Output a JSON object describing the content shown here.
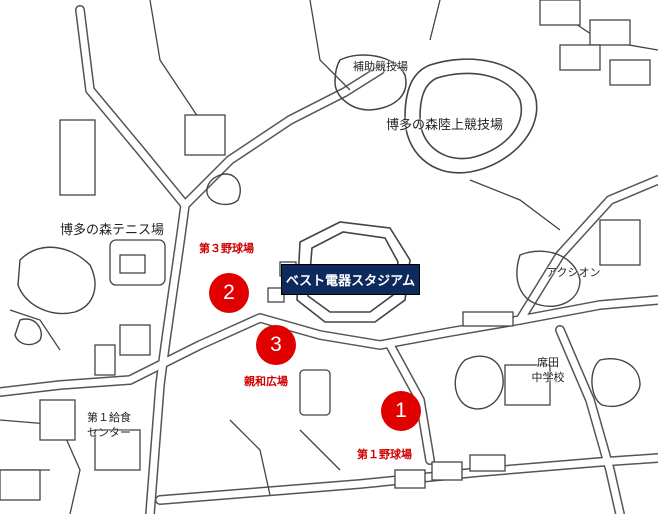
{
  "map": {
    "labels": {
      "hojo_kyogijo": "補助競技場",
      "rikujo_kyogijo": "博多の森陸上競技場",
      "tennis": "博多の森テニス場",
      "third_field": "第３野球場",
      "stadium": "ベスト電器スタジアム",
      "akushion": "アクシオン",
      "shinwa_hiroba": "親和広場",
      "school_line1": "席田",
      "school_line2": "中学校",
      "kyushoku_line1": "第１給食",
      "kyushoku_line2": "センター",
      "first_field": "第１野球場"
    },
    "markers": [
      {
        "number": "1",
        "place": "第１野球場"
      },
      {
        "number": "2",
        "place": "第３野球場"
      },
      {
        "number": "3",
        "place": "親和広場"
      }
    ],
    "colors": {
      "marker": "#e00000",
      "marker_text": "#ffffff",
      "red_label": "#d10000",
      "stadium_badge": "#0d2a5c",
      "road_outline": "#555555",
      "background": "#ffffff"
    }
  }
}
